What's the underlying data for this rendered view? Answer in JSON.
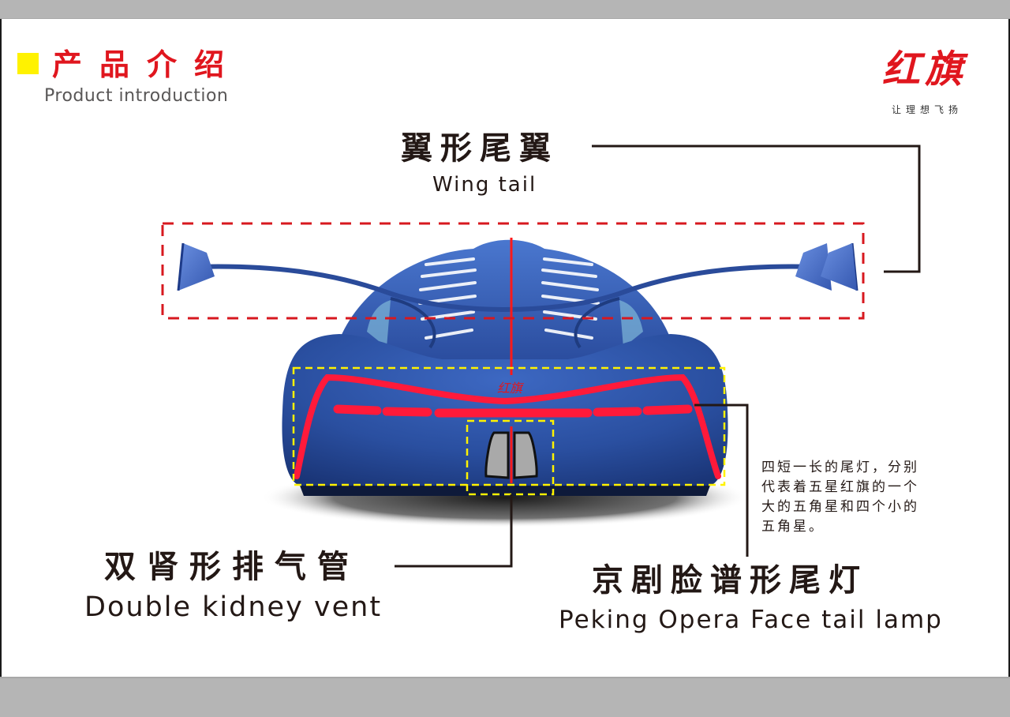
{
  "header": {
    "title_cn": "产品介绍",
    "title_en": "Product introduction",
    "accent_square_color": "#fff200",
    "title_color": "#e0161e"
  },
  "logo": {
    "brand": "红旗",
    "slogan": "让理想飞扬",
    "color": "#e0161e"
  },
  "callouts": {
    "wing_tail": {
      "cn": "翼形尾翼",
      "en": "Wing tail",
      "highlight_color": "#d7181f"
    },
    "double_kidney_vent": {
      "cn": "双肾形排气管",
      "en": "Double kidney vent",
      "highlight_color": "#fff200"
    },
    "tail_lamp": {
      "cn": "京剧脸谱形尾灯",
      "en": "Peking Opera Face tail lamp",
      "highlight_color": "#fff200",
      "description_lines": [
        "四短一长的尾灯，分别",
        "代表着五星红旗的一个",
        "大的五角星和四个小的",
        "五角星。"
      ]
    }
  },
  "car": {
    "badge": "红旗",
    "body_color": "#2a4fa0",
    "lamp_color": "#ff1a3a"
  }
}
